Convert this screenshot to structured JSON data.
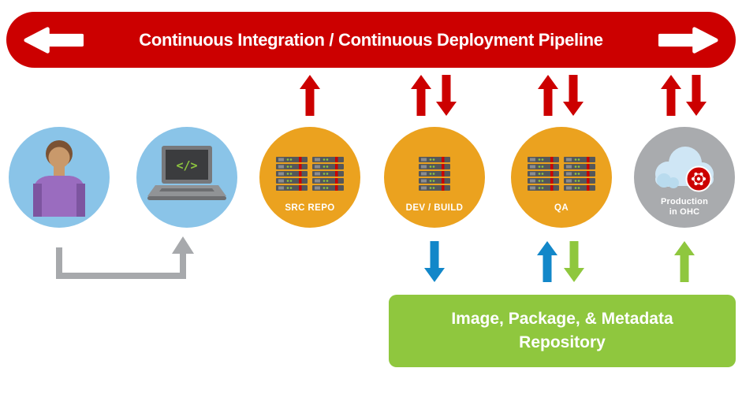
{
  "banner": {
    "title": "Continuous Integration / Continuous Deployment Pipeline",
    "bg_color": "#cc0000",
    "arrow_icons": [
      "left-arrow",
      "right-arrow"
    ]
  },
  "nodes": {
    "developer": {
      "icon": "person",
      "circle_color": "#8ac4e8"
    },
    "workstation": {
      "icon": "laptop",
      "code": "</>",
      "circle_color": "#8ac4e8"
    },
    "src_repo": {
      "icon": "server-stack-double",
      "label": "SRC REPO",
      "circle_color": "#eba21f"
    },
    "dev_build": {
      "icon": "server-stack-single",
      "label": "DEV / BUILD",
      "circle_color": "#eba21f"
    },
    "qa": {
      "icon": "server-stack-double",
      "label": "QA",
      "circle_color": "#eba21f"
    },
    "production": {
      "icon": "cloud-openshift",
      "line1": "Production",
      "line2": "in OHC",
      "circle_color": "#a9abae"
    }
  },
  "arrows": {
    "top_pipeline_arrows": [
      {
        "node": "src_repo",
        "directions": [
          "up"
        ],
        "color": "#cc0000"
      },
      {
        "node": "dev_build",
        "directions": [
          "up",
          "down"
        ],
        "color": "#cc0000"
      },
      {
        "node": "qa",
        "directions": [
          "up",
          "down"
        ],
        "color": "#cc0000"
      },
      {
        "node": "production",
        "directions": [
          "up",
          "down"
        ],
        "color": "#cc0000"
      }
    ],
    "repository_arrows": [
      {
        "node": "dev_build",
        "arrows": [
          {
            "direction": "down",
            "color": "#1287c9"
          }
        ]
      },
      {
        "node": "qa",
        "arrows": [
          {
            "direction": "up",
            "color": "#1287c9"
          },
          {
            "direction": "down",
            "color": "#8fc73e"
          }
        ]
      },
      {
        "node": "production",
        "arrows": [
          {
            "direction": "up",
            "color": "#8fc73e"
          }
        ]
      }
    ],
    "developer_to_workstation": {
      "shape": "elbow-up-arrow",
      "color": "#a7a9ac"
    }
  },
  "repository_box": {
    "line1": "Image, Package, & Metadata",
    "line2": "Repository",
    "bg_color": "#8fc73e"
  },
  "colors": {
    "pipeline_red": "#cc0000",
    "node_amber": "#eba21f",
    "node_blue": "#8ac4e8",
    "node_gray": "#a9abae",
    "repo_green": "#8fc73e",
    "arrow_blue": "#1287c9",
    "connector_gray": "#a7a9ac",
    "code_green": "#8dc63f"
  }
}
